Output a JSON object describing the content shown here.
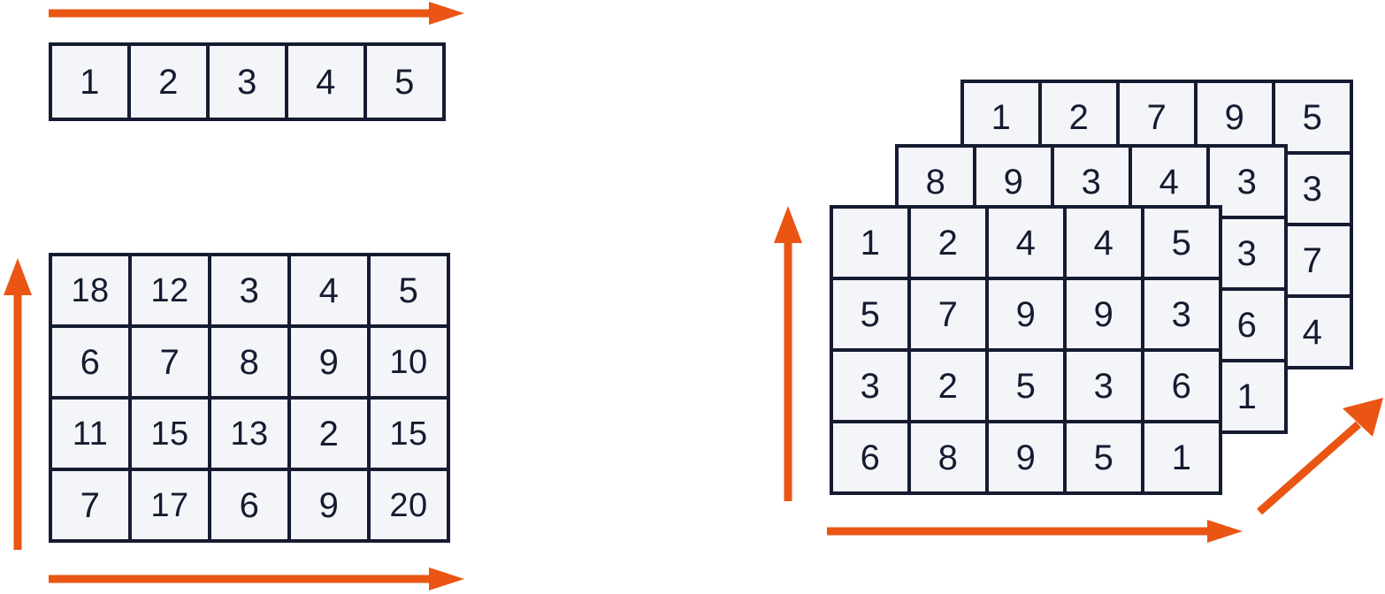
{
  "colors": {
    "accent": "#ea5514",
    "cell_fill": "#f4f5f8",
    "cell_border": "#151c31",
    "background": "#ffffff"
  },
  "diagram": {
    "type": "tensor-rank-illustration",
    "panels": [
      {
        "name": "1d-array",
        "rank": 1,
        "shape": [
          5
        ]
      },
      {
        "name": "2d-matrix",
        "rank": 2,
        "shape": [
          4,
          5
        ]
      },
      {
        "name": "3d-tensor",
        "rank": 3,
        "shape": [
          3,
          4,
          5
        ]
      }
    ]
  },
  "array1d": {
    "name": "1d-array",
    "values": [
      1,
      2,
      3,
      4,
      5
    ],
    "axis_arrow": {
      "name": "axis-0-arrow",
      "direction": "right",
      "position": "above"
    }
  },
  "matrix2d": {
    "name": "2d-matrix",
    "rows": [
      [
        18,
        12,
        3,
        4,
        5
      ],
      [
        6,
        7,
        8,
        9,
        10
      ],
      [
        11,
        15,
        13,
        2,
        15
      ],
      [
        7,
        17,
        6,
        9,
        20
      ]
    ],
    "axis_arrows": [
      {
        "name": "axis-0-arrow",
        "direction": "up",
        "position": "left"
      },
      {
        "name": "axis-1-arrow",
        "direction": "right",
        "position": "below"
      }
    ]
  },
  "tensor3d": {
    "name": "3d-tensor",
    "layers": [
      {
        "name": "back-layer",
        "rows": [
          [
            1,
            2,
            7,
            9,
            5
          ],
          [
            null,
            null,
            null,
            null,
            3
          ],
          [
            null,
            null,
            null,
            null,
            7
          ],
          [
            null,
            null,
            null,
            null,
            4
          ]
        ],
        "visible_top_row": [
          1,
          2,
          7,
          9,
          5
        ],
        "visible_right_column": [
          5,
          3,
          7,
          4
        ]
      },
      {
        "name": "middle-layer",
        "rows": [
          [
            8,
            9,
            3,
            4,
            3
          ],
          [
            null,
            null,
            null,
            null,
            3
          ],
          [
            null,
            null,
            null,
            null,
            6
          ],
          [
            null,
            null,
            null,
            null,
            1
          ]
        ],
        "visible_top_row": [
          8,
          9,
          3,
          4,
          3
        ],
        "visible_right_column": [
          3,
          3,
          6,
          1
        ]
      },
      {
        "name": "front-layer",
        "rows": [
          [
            1,
            2,
            4,
            4,
            5
          ],
          [
            5,
            7,
            9,
            9,
            3
          ],
          [
            3,
            2,
            5,
            3,
            6
          ],
          [
            6,
            8,
            9,
            5,
            1
          ]
        ]
      }
    ],
    "axis_arrows": [
      {
        "name": "axis-0-arrow",
        "direction": "up",
        "position": "left"
      },
      {
        "name": "axis-1-arrow",
        "direction": "right",
        "position": "below"
      },
      {
        "name": "axis-2-arrow",
        "direction": "up-right",
        "position": "bottom-right-depth"
      }
    ]
  }
}
